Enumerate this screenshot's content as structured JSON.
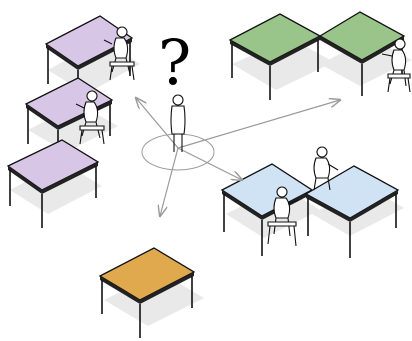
{
  "scene": {
    "question_mark": "?",
    "colors": {
      "purple_table": "#d8c6e6",
      "green_table": "#99c58a",
      "blue_table": "#cfe3f5",
      "orange_table": "#e0a94e",
      "shadow": "#e6e6e6",
      "line": "#111111",
      "arrow": "#9a9a9a"
    },
    "groups": [
      {
        "id": "purple-group",
        "color": "purple_table",
        "tables": 3,
        "seated_people": 2
      },
      {
        "id": "green-group",
        "color": "green_table",
        "tables": 2,
        "seated_people": 1
      },
      {
        "id": "blue-group",
        "color": "blue_table",
        "tables": 2,
        "seated_people": 2
      },
      {
        "id": "orange-group",
        "color": "orange_table",
        "tables": 1,
        "seated_people": 0
      }
    ],
    "center_person": "standing-person-deciding"
  }
}
